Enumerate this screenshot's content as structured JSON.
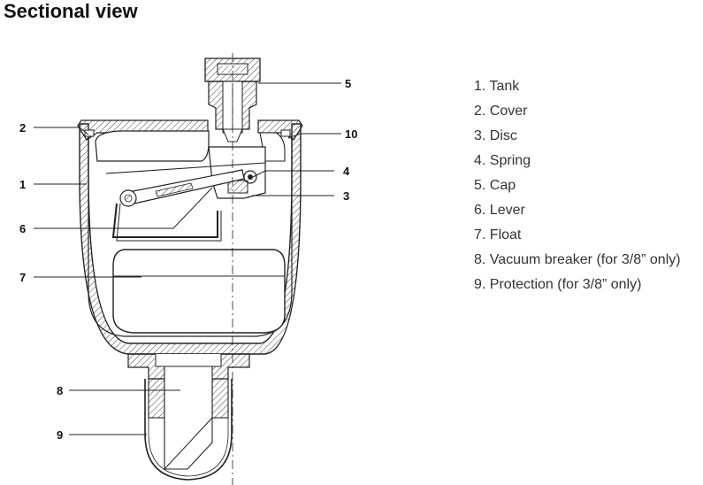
{
  "title": "Sectional view",
  "callouts": [
    "1",
    "2",
    "3",
    "4",
    "5",
    "6",
    "7",
    "8",
    "9",
    "10"
  ],
  "legend": [
    "1. Tank",
    "2. Cover",
    "3. Disc",
    "4. Spring",
    "5. Cap",
    "6. Lever",
    "7. Float",
    "8. Vacuum breaker (for 3/8” only)",
    "9. Protection (for 3/8” only)"
  ]
}
